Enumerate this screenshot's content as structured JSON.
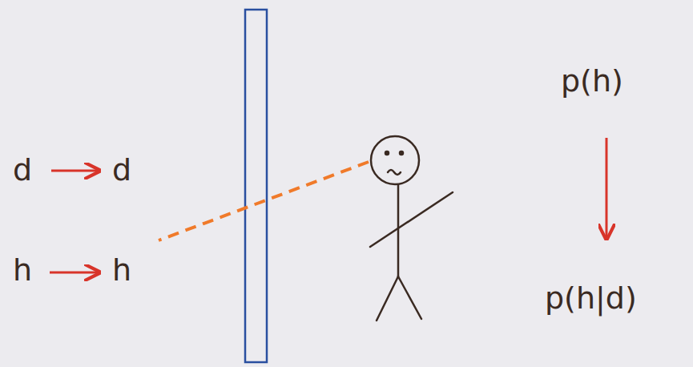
{
  "diagram": {
    "labels": [
      "d",
      "d",
      "h",
      "h",
      "p(h)",
      "p(h|d)"
    ]
  }
}
